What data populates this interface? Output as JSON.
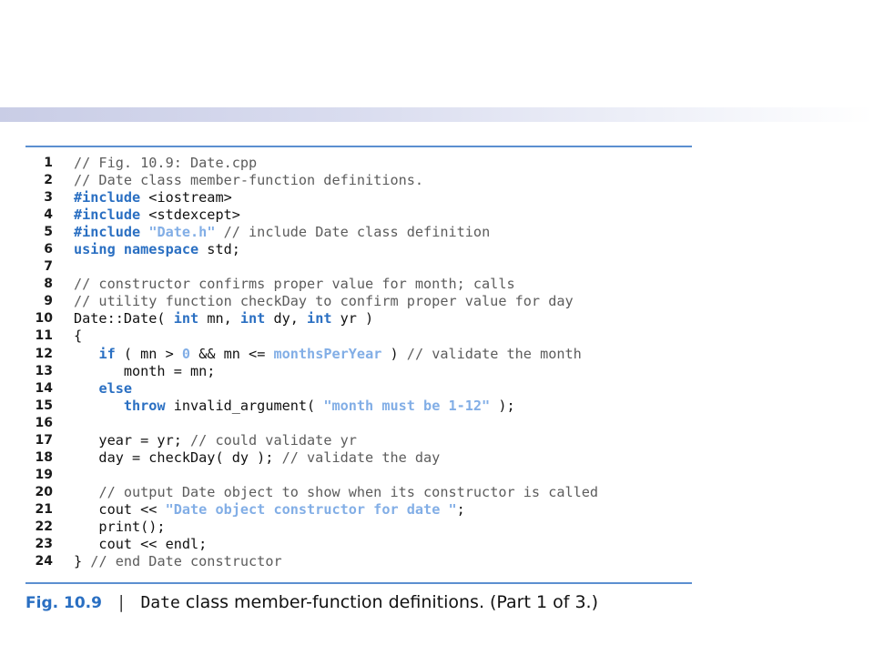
{
  "colors": {
    "keyword": "#2a6fc2",
    "string": "#82aee6",
    "comment": "#5c5c5c",
    "rule": "#5b8fd0",
    "caption_label": "#2a6fc2"
  },
  "code_lines": [
    {
      "num": "1",
      "tokens": [
        {
          "t": "// Fig. 10.9: Date.cpp",
          "k": "comment"
        }
      ]
    },
    {
      "num": "2",
      "tokens": [
        {
          "t": "// Date class member-function definitions.",
          "k": "comment"
        }
      ]
    },
    {
      "num": "3",
      "tokens": [
        {
          "t": "#include",
          "k": "keyword"
        },
        {
          "t": " <iostream>",
          "k": "plain"
        }
      ]
    },
    {
      "num": "4",
      "tokens": [
        {
          "t": "#include",
          "k": "keyword"
        },
        {
          "t": " <stdexcept>",
          "k": "plain"
        }
      ]
    },
    {
      "num": "5",
      "tokens": [
        {
          "t": "#include",
          "k": "keyword"
        },
        {
          "t": " ",
          "k": "plain"
        },
        {
          "t": "\"Date.h\"",
          "k": "string"
        },
        {
          "t": " // include Date class definition",
          "k": "comment"
        }
      ]
    },
    {
      "num": "6",
      "tokens": [
        {
          "t": "using namespace",
          "k": "keyword"
        },
        {
          "t": " std;",
          "k": "plain"
        }
      ]
    },
    {
      "num": "7",
      "tokens": []
    },
    {
      "num": "8",
      "tokens": [
        {
          "t": "// constructor confirms proper value for month; calls",
          "k": "comment"
        }
      ]
    },
    {
      "num": "9",
      "tokens": [
        {
          "t": "// utility function checkDay to confirm proper value for day",
          "k": "comment"
        }
      ]
    },
    {
      "num": "10",
      "tokens": [
        {
          "t": "Date::Date( ",
          "k": "plain"
        },
        {
          "t": "int",
          "k": "keyword"
        },
        {
          "t": " mn, ",
          "k": "plain"
        },
        {
          "t": "int",
          "k": "keyword"
        },
        {
          "t": " dy, ",
          "k": "plain"
        },
        {
          "t": "int",
          "k": "keyword"
        },
        {
          "t": " yr )",
          "k": "plain"
        }
      ]
    },
    {
      "num": "11",
      "tokens": [
        {
          "t": "{",
          "k": "plain"
        }
      ]
    },
    {
      "num": "12",
      "tokens": [
        {
          "t": "   ",
          "k": "plain"
        },
        {
          "t": "if",
          "k": "keyword"
        },
        {
          "t": " ( mn > ",
          "k": "plain"
        },
        {
          "t": "0",
          "k": "number"
        },
        {
          "t": " && mn <= ",
          "k": "plain"
        },
        {
          "t": "monthsPerYear",
          "k": "ident"
        },
        {
          "t": " ) ",
          "k": "plain"
        },
        {
          "t": "// validate the month",
          "k": "comment"
        }
      ]
    },
    {
      "num": "13",
      "tokens": [
        {
          "t": "      month = mn;",
          "k": "plain"
        }
      ]
    },
    {
      "num": "14",
      "tokens": [
        {
          "t": "   ",
          "k": "plain"
        },
        {
          "t": "else",
          "k": "keyword"
        }
      ]
    },
    {
      "num": "15",
      "tokens": [
        {
          "t": "      ",
          "k": "plain"
        },
        {
          "t": "throw",
          "k": "keyword"
        },
        {
          "t": " invalid_argument( ",
          "k": "plain"
        },
        {
          "t": "\"month must be 1-12\"",
          "k": "string"
        },
        {
          "t": " );",
          "k": "plain"
        }
      ]
    },
    {
      "num": "16",
      "tokens": []
    },
    {
      "num": "17",
      "tokens": [
        {
          "t": "   year = yr; ",
          "k": "plain"
        },
        {
          "t": "// could validate yr",
          "k": "comment"
        }
      ]
    },
    {
      "num": "18",
      "tokens": [
        {
          "t": "   day = checkDay( dy ); ",
          "k": "plain"
        },
        {
          "t": "// validate the day",
          "k": "comment"
        }
      ]
    },
    {
      "num": "19",
      "tokens": []
    },
    {
      "num": "20",
      "tokens": [
        {
          "t": "   ",
          "k": "plain"
        },
        {
          "t": "// output Date object to show when its constructor is called",
          "k": "comment"
        }
      ]
    },
    {
      "num": "21",
      "tokens": [
        {
          "t": "   cout << ",
          "k": "plain"
        },
        {
          "t": "\"Date object constructor for date \"",
          "k": "string"
        },
        {
          "t": ";",
          "k": "plain"
        }
      ]
    },
    {
      "num": "22",
      "tokens": [
        {
          "t": "   print();",
          "k": "plain"
        }
      ]
    },
    {
      "num": "23",
      "tokens": [
        {
          "t": "   cout << endl;",
          "k": "plain"
        }
      ]
    },
    {
      "num": "24",
      "tokens": [
        {
          "t": "} ",
          "k": "plain"
        },
        {
          "t": "// end Date constructor",
          "k": "comment"
        }
      ]
    }
  ],
  "caption": {
    "label": "Fig. 10.9",
    "separator": "|",
    "code_word": "Date",
    "text": " class member-function definitions. (Part 1 of 3.)"
  }
}
